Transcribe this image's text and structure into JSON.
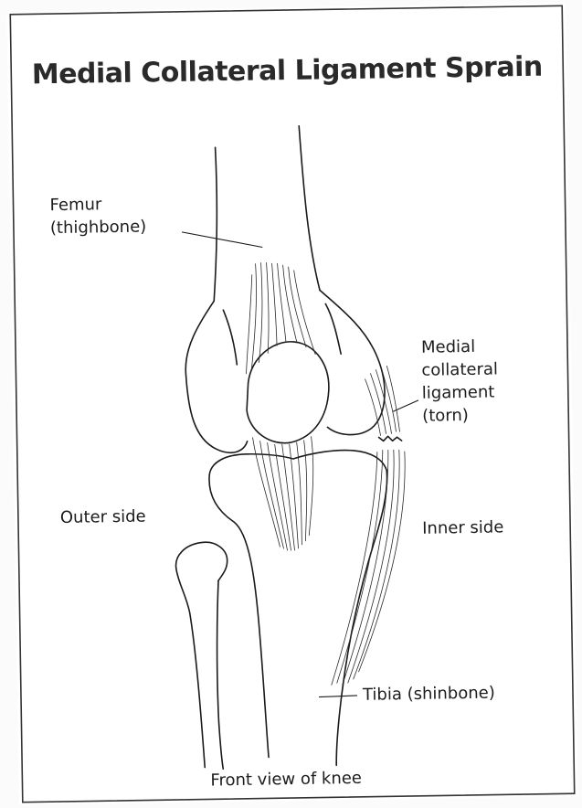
{
  "figure": {
    "title": "Medial Collateral Ligament Sprain",
    "caption": "Front view of knee"
  },
  "labels": {
    "femur_line1": "Femur",
    "femur_line2": "(thighbone)",
    "mcl_line1": "Medial",
    "mcl_line2": "collateral",
    "mcl_line3": "ligament",
    "mcl_line4": "(torn)",
    "outer_side": "Outer side",
    "inner_side": "Inner side",
    "tibia": "Tibia (shinbone)"
  }
}
